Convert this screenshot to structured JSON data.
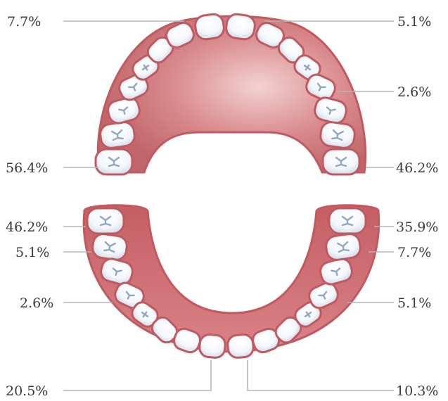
{
  "labels": {
    "upper_left_front": "7.7%",
    "upper_right_front": "5.1%",
    "upper_right_premolar": "2.6%",
    "upper_left_molar": "56.4%",
    "upper_right_molar": "46.2%",
    "lower_left_molar": "46.2%",
    "lower_right_molar": "35.9%",
    "lower_left_second": "5.1%",
    "lower_right_second": "7.7%",
    "lower_left_premolar": "2.6%",
    "lower_right_premolar": "5.1%",
    "lower_left_incisor": "20.5%",
    "lower_right_incisor": "10.3%"
  },
  "colors": {
    "gum": "#cf7478",
    "gum_dark": "#b85e63",
    "gum_outline": "#c05a60",
    "tooth": "#ffffff",
    "tooth_shade": "#d6e2f0",
    "fissure": "#8fa6c4",
    "leader_line": "#b5b5b5",
    "text": "#3a3a3a"
  }
}
